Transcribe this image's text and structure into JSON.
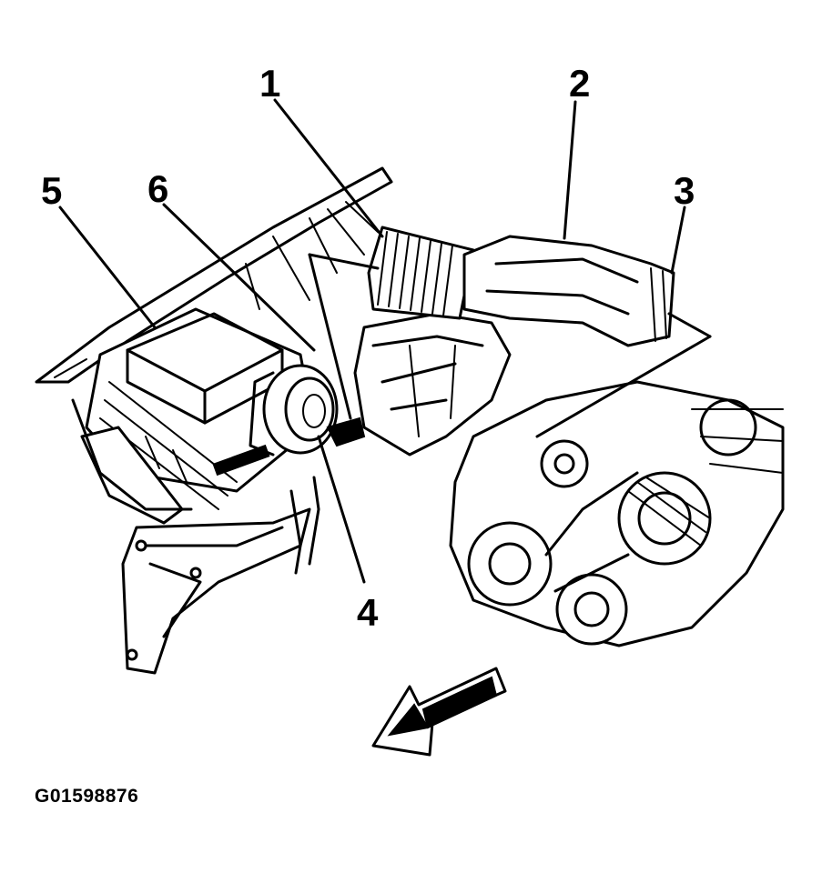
{
  "callouts": [
    {
      "id": "1",
      "label": "1"
    },
    {
      "id": "2",
      "label": "2"
    },
    {
      "id": "3",
      "label": "3"
    },
    {
      "id": "4",
      "label": "4"
    },
    {
      "id": "5",
      "label": "5"
    },
    {
      "id": "6",
      "label": "6"
    }
  ],
  "figure_id": "G01598876",
  "colors": {
    "ink": "#000000",
    "background": "#ffffff"
  },
  "icons": {
    "direction_arrow": "front-direction-arrow-icon"
  }
}
